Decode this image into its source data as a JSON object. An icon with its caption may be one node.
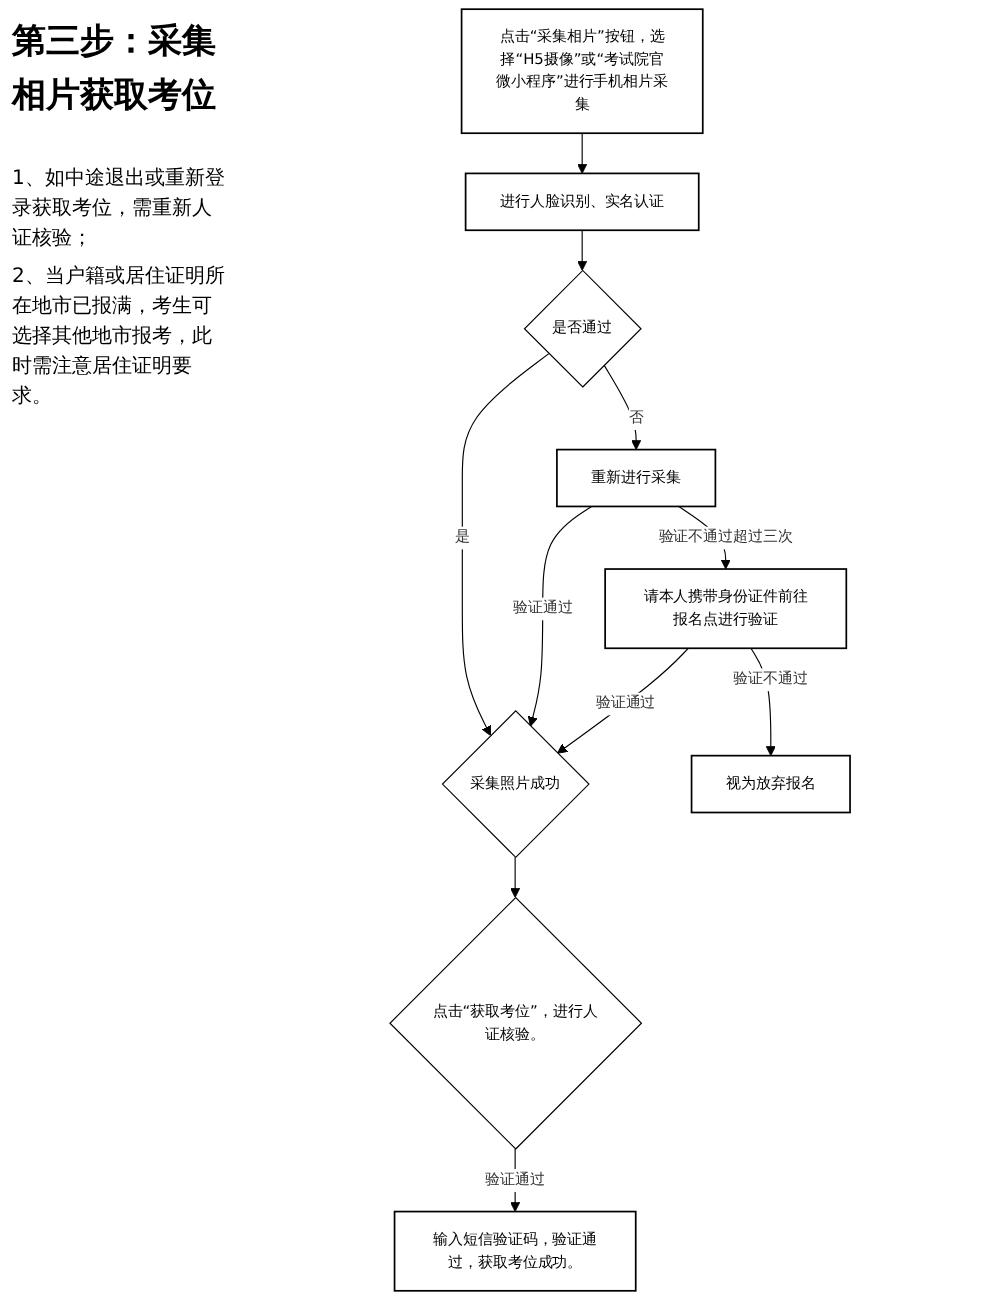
{
  "diagram": {
    "title": "第三步：采集相片获取考位",
    "nodes": [
      {
        "text": [
          "点击“采集相片”按钮，选择“H5摄像”或“考试院官微小程序”进行手机相片采集"
        ]
      },
      {
        "text": [
          "进行人脸识别、实名认证"
        ]
      },
      {
        "text": [
          "是否通过"
        ]
      },
      {
        "text": [
          "重新进行采集"
        ]
      },
      {
        "text": [
          "采集照片成功"
        ]
      },
      {
        "text": [
          "请本人携带身份证件前往报名点进行验证"
        ]
      },
      {
        "text": [
          "点击“获取考位”，进行人证核验。"
        ]
      },
      {
        "text": [
          "视为放弃报名"
        ]
      },
      {
        "text": [
          "输入短信验证码，验证通过，获取考位成功。"
        ]
      }
    ],
    "edges": [
      {
        "from": 0,
        "to": 1,
        "arrow": "to"
      },
      {
        "from": 1,
        "to": 2,
        "arrow": "to"
      },
      {
        "from": 2,
        "to": 3,
        "arrow": "to",
        "label": "否"
      },
      {
        "from": 2,
        "to": 4,
        "arrow": "to",
        "label": "是"
      },
      {
        "from": 3,
        "to": 4,
        "arrow": "to",
        "label": "验证通过"
      },
      {
        "from": 3,
        "to": 5,
        "arrow": "to",
        "label": "验证不通过超过三次"
      },
      {
        "from": 5,
        "to": 4,
        "arrow": "to",
        "label": "验证通过"
      },
      {
        "from": 4,
        "to": 6,
        "arrow": "to"
      },
      {
        "from": 5,
        "to": 7,
        "arrow": "to",
        "label": "验证不通过"
      },
      {
        "from": 6,
        "to": 8,
        "arrow": "to",
        "label": "验证通过"
      }
    ],
    "labels": [
      "1、如中途退出或重新登录获取考位，需重新人证核验；",
      "2、当户籍或居住证明所在地市已报满，考生可选择其他地市报考，此时需注意居住证明要求。"
    ]
  }
}
